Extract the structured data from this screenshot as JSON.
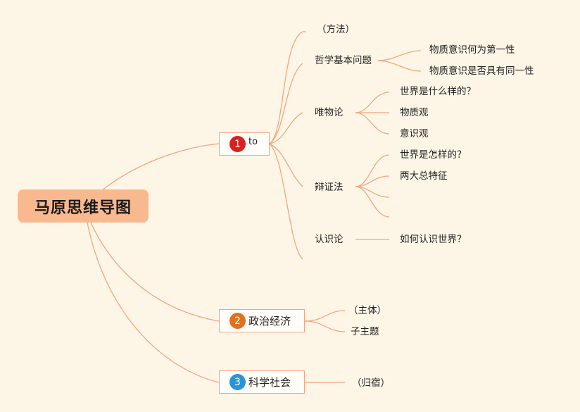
{
  "root": {
    "label": "马原思维导图"
  },
  "branches": [
    {
      "num": "1",
      "label": "to",
      "children": [
        {
          "label": "（方法）"
        },
        {
          "label": "哲学基本问题",
          "children": [
            "物质意识何为第一性",
            "物质意识是否具有同一性"
          ]
        },
        {
          "label": "唯物论",
          "children": [
            "世界是什么样的？",
            "物质观",
            "意识观"
          ]
        },
        {
          "label": "辩证法",
          "children": [
            "世界是怎样的？",
            "两大总特征"
          ]
        },
        {
          "label": "认识论",
          "children": [
            "如何认识世界？"
          ]
        }
      ]
    },
    {
      "num": "2",
      "label": "政治经济",
      "children": [
        {
          "label": "（主体）"
        },
        {
          "label": "子主题"
        }
      ]
    },
    {
      "num": "3",
      "label": "科学社会",
      "children": [
        {
          "label": "（归宿）"
        }
      ]
    }
  ],
  "colors": {
    "background": "#fdf6e7",
    "root_fill": "#f9b98f",
    "connector": "#f4a57f",
    "badge_1": "#d92121",
    "badge_2": "#e0711e",
    "badge_3": "#2a95d6"
  }
}
